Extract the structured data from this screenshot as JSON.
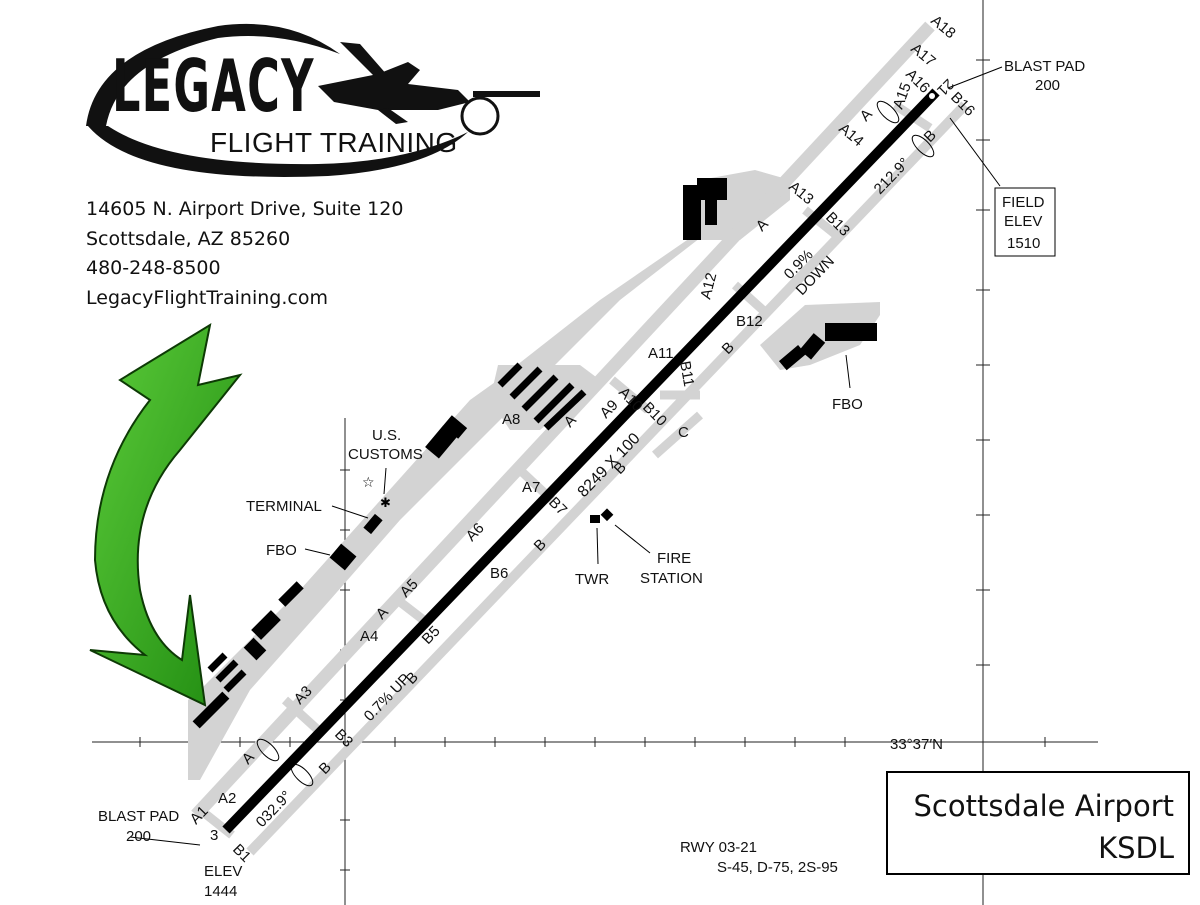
{
  "logo": {
    "brand": "LEGACY",
    "subtitle": "FLIGHT TRAINING"
  },
  "address": {
    "line1": "14605 N. Airport Drive, Suite 120",
    "line2": "Scottsdale, AZ  85260",
    "phone": "480-248-8500",
    "website": "LegacyFlightTraining.com"
  },
  "airport": {
    "name": "Scottsdale Airport",
    "code": "KSDL"
  },
  "runway": {
    "dimensions": "8249 X 100",
    "heading_sw": "032.9°",
    "heading_ne": "212.9°",
    "gradient_up": "0.7% UP",
    "gradient_down_value": "0.9%",
    "gradient_down_word": "DOWN",
    "designator": "RWY 03-21",
    "strength": "S-45, D-75, 2S-95",
    "end_sw": "3",
    "end_ne": "21"
  },
  "elevations": {
    "sw_label": "ELEV",
    "sw_value": "1444",
    "field_line1": "FIELD",
    "field_line2": "ELEV",
    "field_value": "1510"
  },
  "blast_pads": {
    "label": "BLAST PAD",
    "sw_value": "200",
    "ne_value": "200"
  },
  "latitude": "33°37′N",
  "facilities": {
    "customs_line1": "U.S.",
    "customs_line2": "CUSTOMS",
    "terminal": "TERMINAL",
    "fbo_west": "FBO",
    "fbo_east": "FBO",
    "tower": "TWR",
    "fire_line1": "FIRE",
    "fire_line2": "STATION"
  },
  "taxiways": {
    "a": [
      "A1",
      "A2",
      "A3",
      "A4",
      "A5",
      "A6",
      "A7",
      "A8",
      "A9",
      "A10",
      "A11",
      "A12",
      "A13",
      "A14",
      "A15",
      "A16",
      "A17",
      "A18"
    ],
    "b": [
      "B1",
      "B3",
      "B5",
      "B6",
      "B7",
      "B10",
      "B11",
      "B12",
      "B13",
      "B16"
    ],
    "parallel_a": "A",
    "parallel_b": "B",
    "connector_c": "C"
  },
  "colors": {
    "arrow": "#2e9e1a",
    "pavement": "#d3d3d3",
    "runway": "#000000"
  }
}
